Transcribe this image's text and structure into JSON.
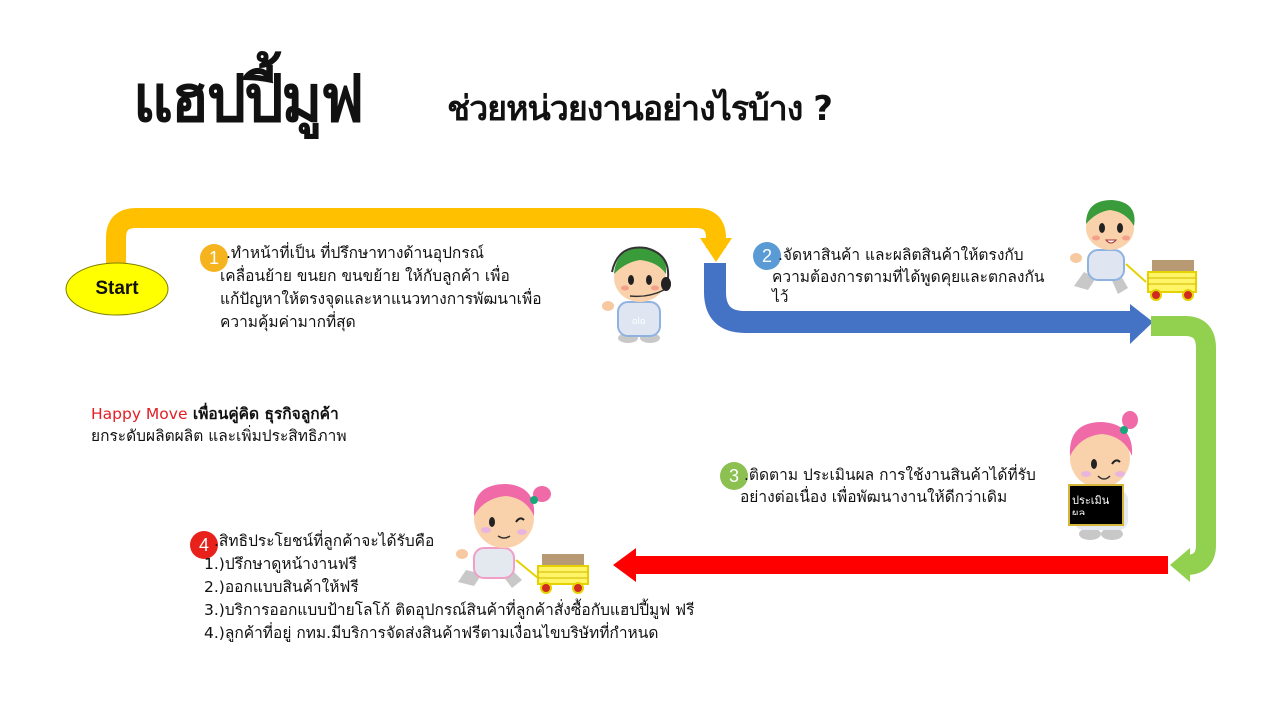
{
  "title": {
    "main": "แฮปปี้มูฟ",
    "sub": "ช่วยหน่วยงานอย่างไรบ้าง ?"
  },
  "start": {
    "label": "Start"
  },
  "colors": {
    "step1_arrow": "#FFC000",
    "step2_arrow": "#4472C4",
    "step3_arrow": "#92D050",
    "step4_arrow": "#FF0000",
    "start_fill": "#FFFF00",
    "brand_red": "#E31E24"
  },
  "steps": [
    {
      "number": "1",
      "badge_color": "#F5B41E",
      "lines": [
        ".ทำหน้าที่เป็น ที่ปรึกษาทางด้านอุปกรณ์",
        "เคลื่อนย้าย ขนยก ขนขย้าย  ให้กับลูกค้า เพื่อ",
        "แก้ปัญหาให้ตรงจุดและหาแนวทางการพัฒนาเพื่อ",
        "ความคุ้มค่ามากที่สุด"
      ],
      "illustration": "boy-with-headset-icon"
    },
    {
      "number": "2",
      "badge_color": "#5B9BD5",
      "lines": [
        ".จัดหาสินค้า และผลิตสินค้าให้ตรงกับ",
        "ความต้องการตามที่ได้พูดคุยและตกลงกัน",
        "ไว้"
      ],
      "illustration": "boy-pulling-cart-icon"
    },
    {
      "number": "3",
      "badge_color": "#8CC152",
      "lines": [
        ".ติดตาม ประเมินผล การใช้งานสินค้าได้ที่รับ",
        "อย่างต่อเนื่อง เพื่อพัฒนางานให้ดีกว่าเดิม"
      ],
      "illustration": "girl-holding-sign-icon",
      "sign_text": [
        "ประเมิน",
        "ผล"
      ]
    },
    {
      "number": "4",
      "badge_color": "#E8211B",
      "lines": [
        ".สิทธิประโยชน์ที่ลูกค้าจะได้รับคือ",
        "1.)ปรึกษาดูหน้างานฟรี",
        "2.)ออกแบบสินค้าให้ฟรี",
        "3.)บริการออกแบบป้ายโลโก้ ติดอุปกรณ์สินค้าที่ลูกค้าสั่งซื้อกับแฮปปี้มูฟ ฟรี",
        "4.)ลูกค้าที่อยู่ กทม.มีบริการจัดส่งสินค้าฟรีตามเงื่อนไขบริษัทที่กำหนด"
      ],
      "illustration": "girl-pulling-cart-icon"
    }
  ],
  "tagline": {
    "brand": "Happy Move",
    "bold": " เพื่อนคู่คิด ธุรกิจลูกค้า",
    "line2": "ยกระดับผลิตผลิต และเพิ่มประสิทธิภาพ"
  }
}
